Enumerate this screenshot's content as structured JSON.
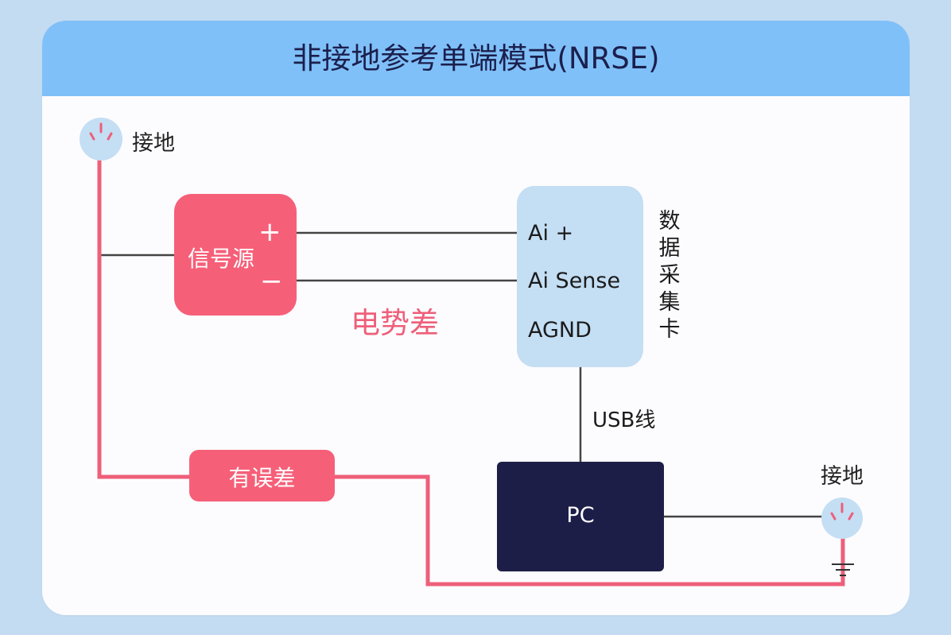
{
  "title": "非接地参考单端模式(NRSE)",
  "ground_top": {
    "label": "接地"
  },
  "ground_right": {
    "label": "接地"
  },
  "signal_source": {
    "label": "信号源",
    "plus": "+",
    "minus": "−"
  },
  "potential_difference": "电势差",
  "daq": {
    "pins": [
      "Ai +",
      "Ai Sense",
      "AGND"
    ],
    "side_label": [
      "数",
      "据",
      "采",
      "集",
      "卡"
    ]
  },
  "usb_label": "USB线",
  "pc_label": "PC",
  "error_label": "有误差",
  "colors": {
    "background": "#c3dcf2",
    "header": "#80c0f8",
    "title_text": "#1b1f4d",
    "pink": "#f65f78",
    "daq_fill": "#c4def4",
    "pc_fill": "#1d1e48",
    "wire": "#444444",
    "error_wire": "#ee5f7a"
  },
  "icons": [
    "ground-symbol-icon",
    "ground-node-icon"
  ]
}
